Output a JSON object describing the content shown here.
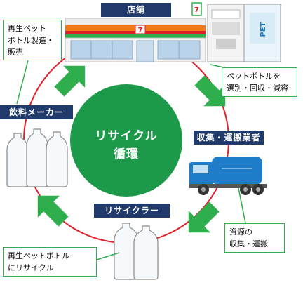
{
  "center": {
    "line1": "リサイクル",
    "line2": "循環"
  },
  "nodes": {
    "store": {
      "label": "店舗"
    },
    "collector": {
      "label": "収集・運搬業者"
    },
    "recycler": {
      "label": "リサイクラー"
    },
    "beverage_maker": {
      "label": "飲料メーカー"
    }
  },
  "callouts": {
    "maker_top": {
      "line1": "再生ペット",
      "line2": "ボトル製造・",
      "line3": "販売"
    },
    "store_right": {
      "line1": "ペットボトルを",
      "line2": "選別・回収・減容"
    },
    "collector_bottom": {
      "line1": "資源の",
      "line2": "収集・運搬"
    },
    "recycler_left": {
      "line1": "再生ペットボトル",
      "line2": "にリサイクル"
    }
  },
  "colors": {
    "cycle_ring": "#e0202a",
    "center_circle": "#1c9a4a",
    "arrow_green": "#2fae4e",
    "label_navy": "#1f3a6b",
    "truck_blue": "#1e7cc8"
  },
  "icons": {
    "store": "convenience-store-icon",
    "vending": "vending-machine-icon",
    "truck": "collection-truck-icon",
    "bottles": "pet-bottle-icon"
  }
}
